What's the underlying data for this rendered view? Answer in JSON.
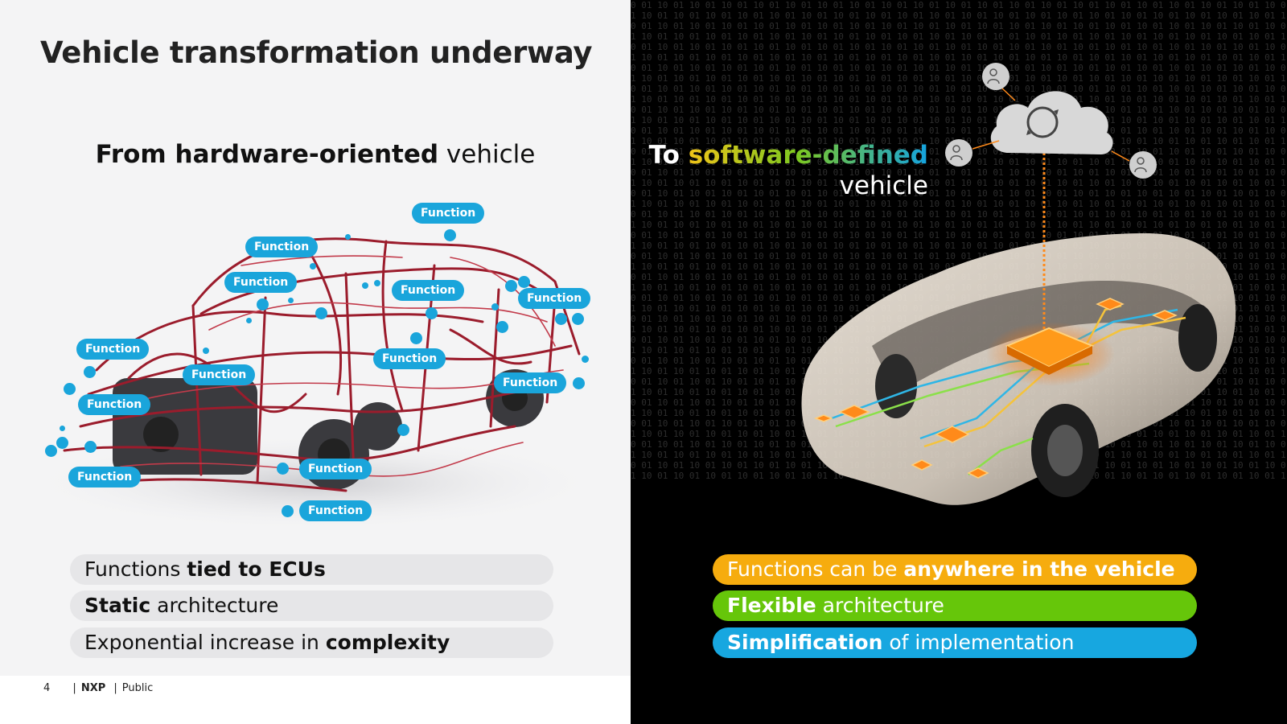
{
  "title": "Vehicle transformation underway",
  "left": {
    "heading_bold": "From hardware-oriented",
    "heading_rest": " vehicle",
    "function_labels": [
      "Function",
      "Function",
      "Function",
      "Function",
      "Function",
      "Function",
      "Function",
      "Function",
      "Function",
      "Function",
      "Function",
      "Function",
      "Function"
    ],
    "bars": [
      {
        "pre": "Functions ",
        "bold": "tied to ECUs",
        "post": ""
      },
      {
        "pre": "",
        "bold": "Static",
        "post": " architecture"
      },
      {
        "pre": "Exponential increase in ",
        "bold": "complexity",
        "post": ""
      }
    ]
  },
  "right": {
    "heading_to": "To ",
    "heading_grad": "software-defined",
    "heading_line2": "vehicle",
    "bars": [
      {
        "pre": "Functions can be ",
        "bold": "anywhere in the vehicle",
        "post": ""
      },
      {
        "pre": "",
        "bold": "Flexible",
        "post": " architecture"
      },
      {
        "pre": "",
        "bold": "Simplification",
        "post": " of implementation"
      }
    ]
  },
  "footer": {
    "page_number": "4",
    "company": "NXP",
    "classification": "Public"
  },
  "colors": {
    "function_blue": "#1aa5db",
    "orange": "#f6ac0e",
    "green": "#66c60a",
    "blue": "#17a7e0",
    "wire_red": "#9b1c2c"
  },
  "icons": [
    "cloud-sync-icon",
    "developer-user-icon"
  ]
}
